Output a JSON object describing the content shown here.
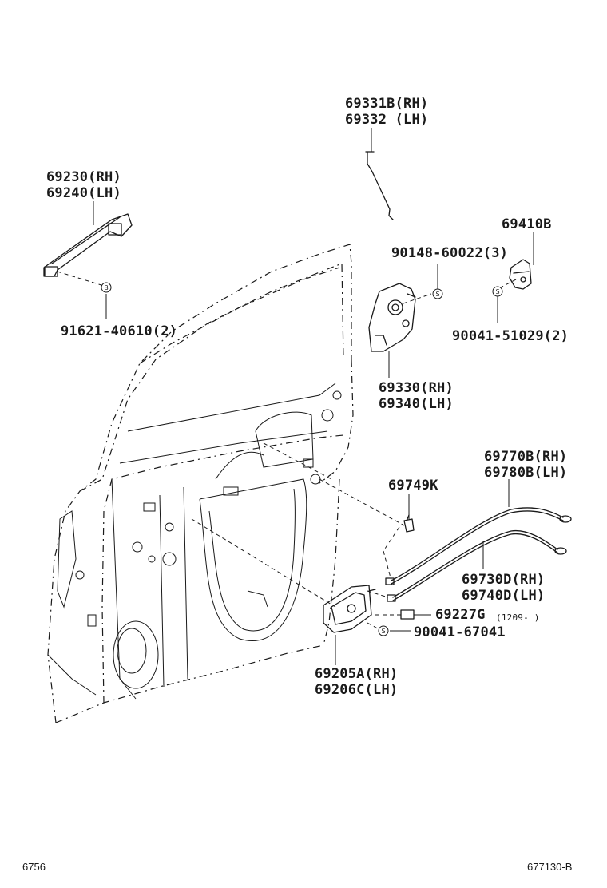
{
  "labels": {
    "handle_rh": "69230(RH)",
    "handle_lh": "69240(LH)",
    "bolt_91621": "91621-40610(2)",
    "rod_rh": "69331B(RH)",
    "rod_lh": "69332 (LH)",
    "screw_90148": "90148-60022(3)",
    "lock_rh": "69330(RH)",
    "lock_lh": "69340(LH)",
    "striker": "69410B",
    "screw_90041_51029": "90041-51029(2)",
    "clip_69749": "69749K",
    "cable_lock_rh": "69770B(RH)",
    "cable_lock_lh": "69780B(LH)",
    "cable_open_rh": "69730D(RH)",
    "cable_open_lh": "69740D(LH)",
    "pad": "69227G",
    "pad_note": "(1209-     )",
    "screw_90041_67041": "90041-67041",
    "inner_rh": "69205A(RH)",
    "inner_lh": "69206C(LH)"
  },
  "footer": {
    "left_code": "6756",
    "right_code": "677130-B"
  },
  "icons": {
    "bolt_symbol": "B",
    "screw_symbol": "S"
  }
}
